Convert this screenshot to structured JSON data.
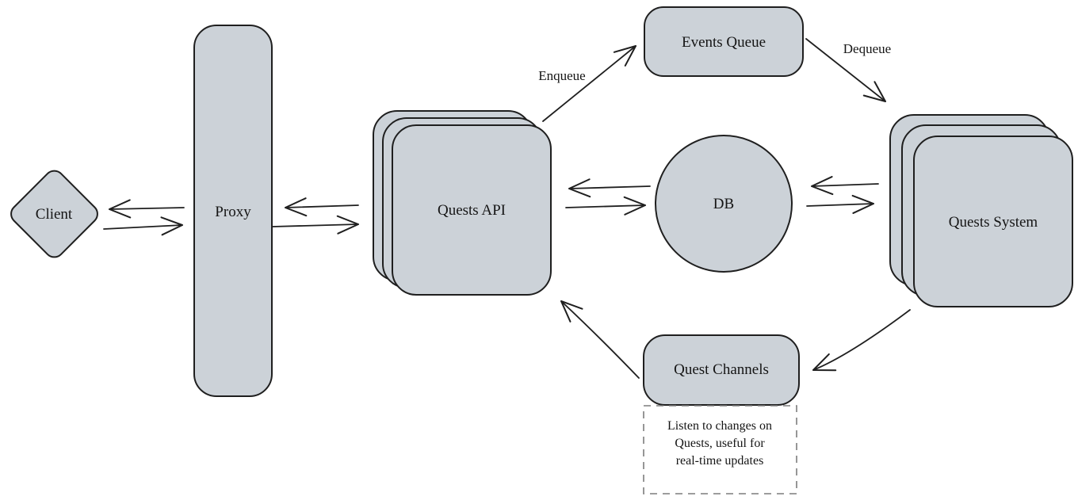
{
  "diagram": {
    "nodes": {
      "client": {
        "label": "Client",
        "shape": "diamond"
      },
      "proxy": {
        "label": "Proxy",
        "shape": "rounded-rect"
      },
      "quests_api": {
        "label": "Quests API",
        "shape": "stacked-cards"
      },
      "events_queue": {
        "label": "Events Queue",
        "shape": "rounded-rect"
      },
      "db": {
        "label": "DB",
        "shape": "circle"
      },
      "quests_system": {
        "label": "Quests System",
        "shape": "stacked-cards"
      },
      "quest_channels": {
        "label": "Quest Channels",
        "shape": "rounded-rect"
      }
    },
    "edge_labels": {
      "enqueue": "Enqueue",
      "dequeue": "Dequeue"
    },
    "edges": [
      {
        "from": "Client",
        "to": "Proxy",
        "type": "bidirectional"
      },
      {
        "from": "Proxy",
        "to": "Quests API",
        "type": "bidirectional"
      },
      {
        "from": "Quests API",
        "to": "DB",
        "type": "bidirectional"
      },
      {
        "from": "DB",
        "to": "Quests System",
        "type": "bidirectional"
      },
      {
        "from": "Quests API",
        "to": "Events Queue",
        "type": "directed",
        "label": "Enqueue"
      },
      {
        "from": "Events Queue",
        "to": "Quests System",
        "type": "directed",
        "label": "Dequeue"
      },
      {
        "from": "Quests System",
        "to": "Quest Channels",
        "type": "directed"
      },
      {
        "from": "Quest Channels",
        "to": "Quests API",
        "type": "directed"
      }
    ],
    "note": {
      "attached_to": "Quest Channels",
      "lines": [
        "Listen to changes on",
        "Quests, useful for",
        "real-time updates"
      ]
    }
  },
  "colors": {
    "node_fill": "#ccd2d8",
    "node_stroke": "#1f1f1f",
    "arrow": "#1f1f1f",
    "note_border": "#7d7d7d",
    "background": "#ffffff"
  }
}
